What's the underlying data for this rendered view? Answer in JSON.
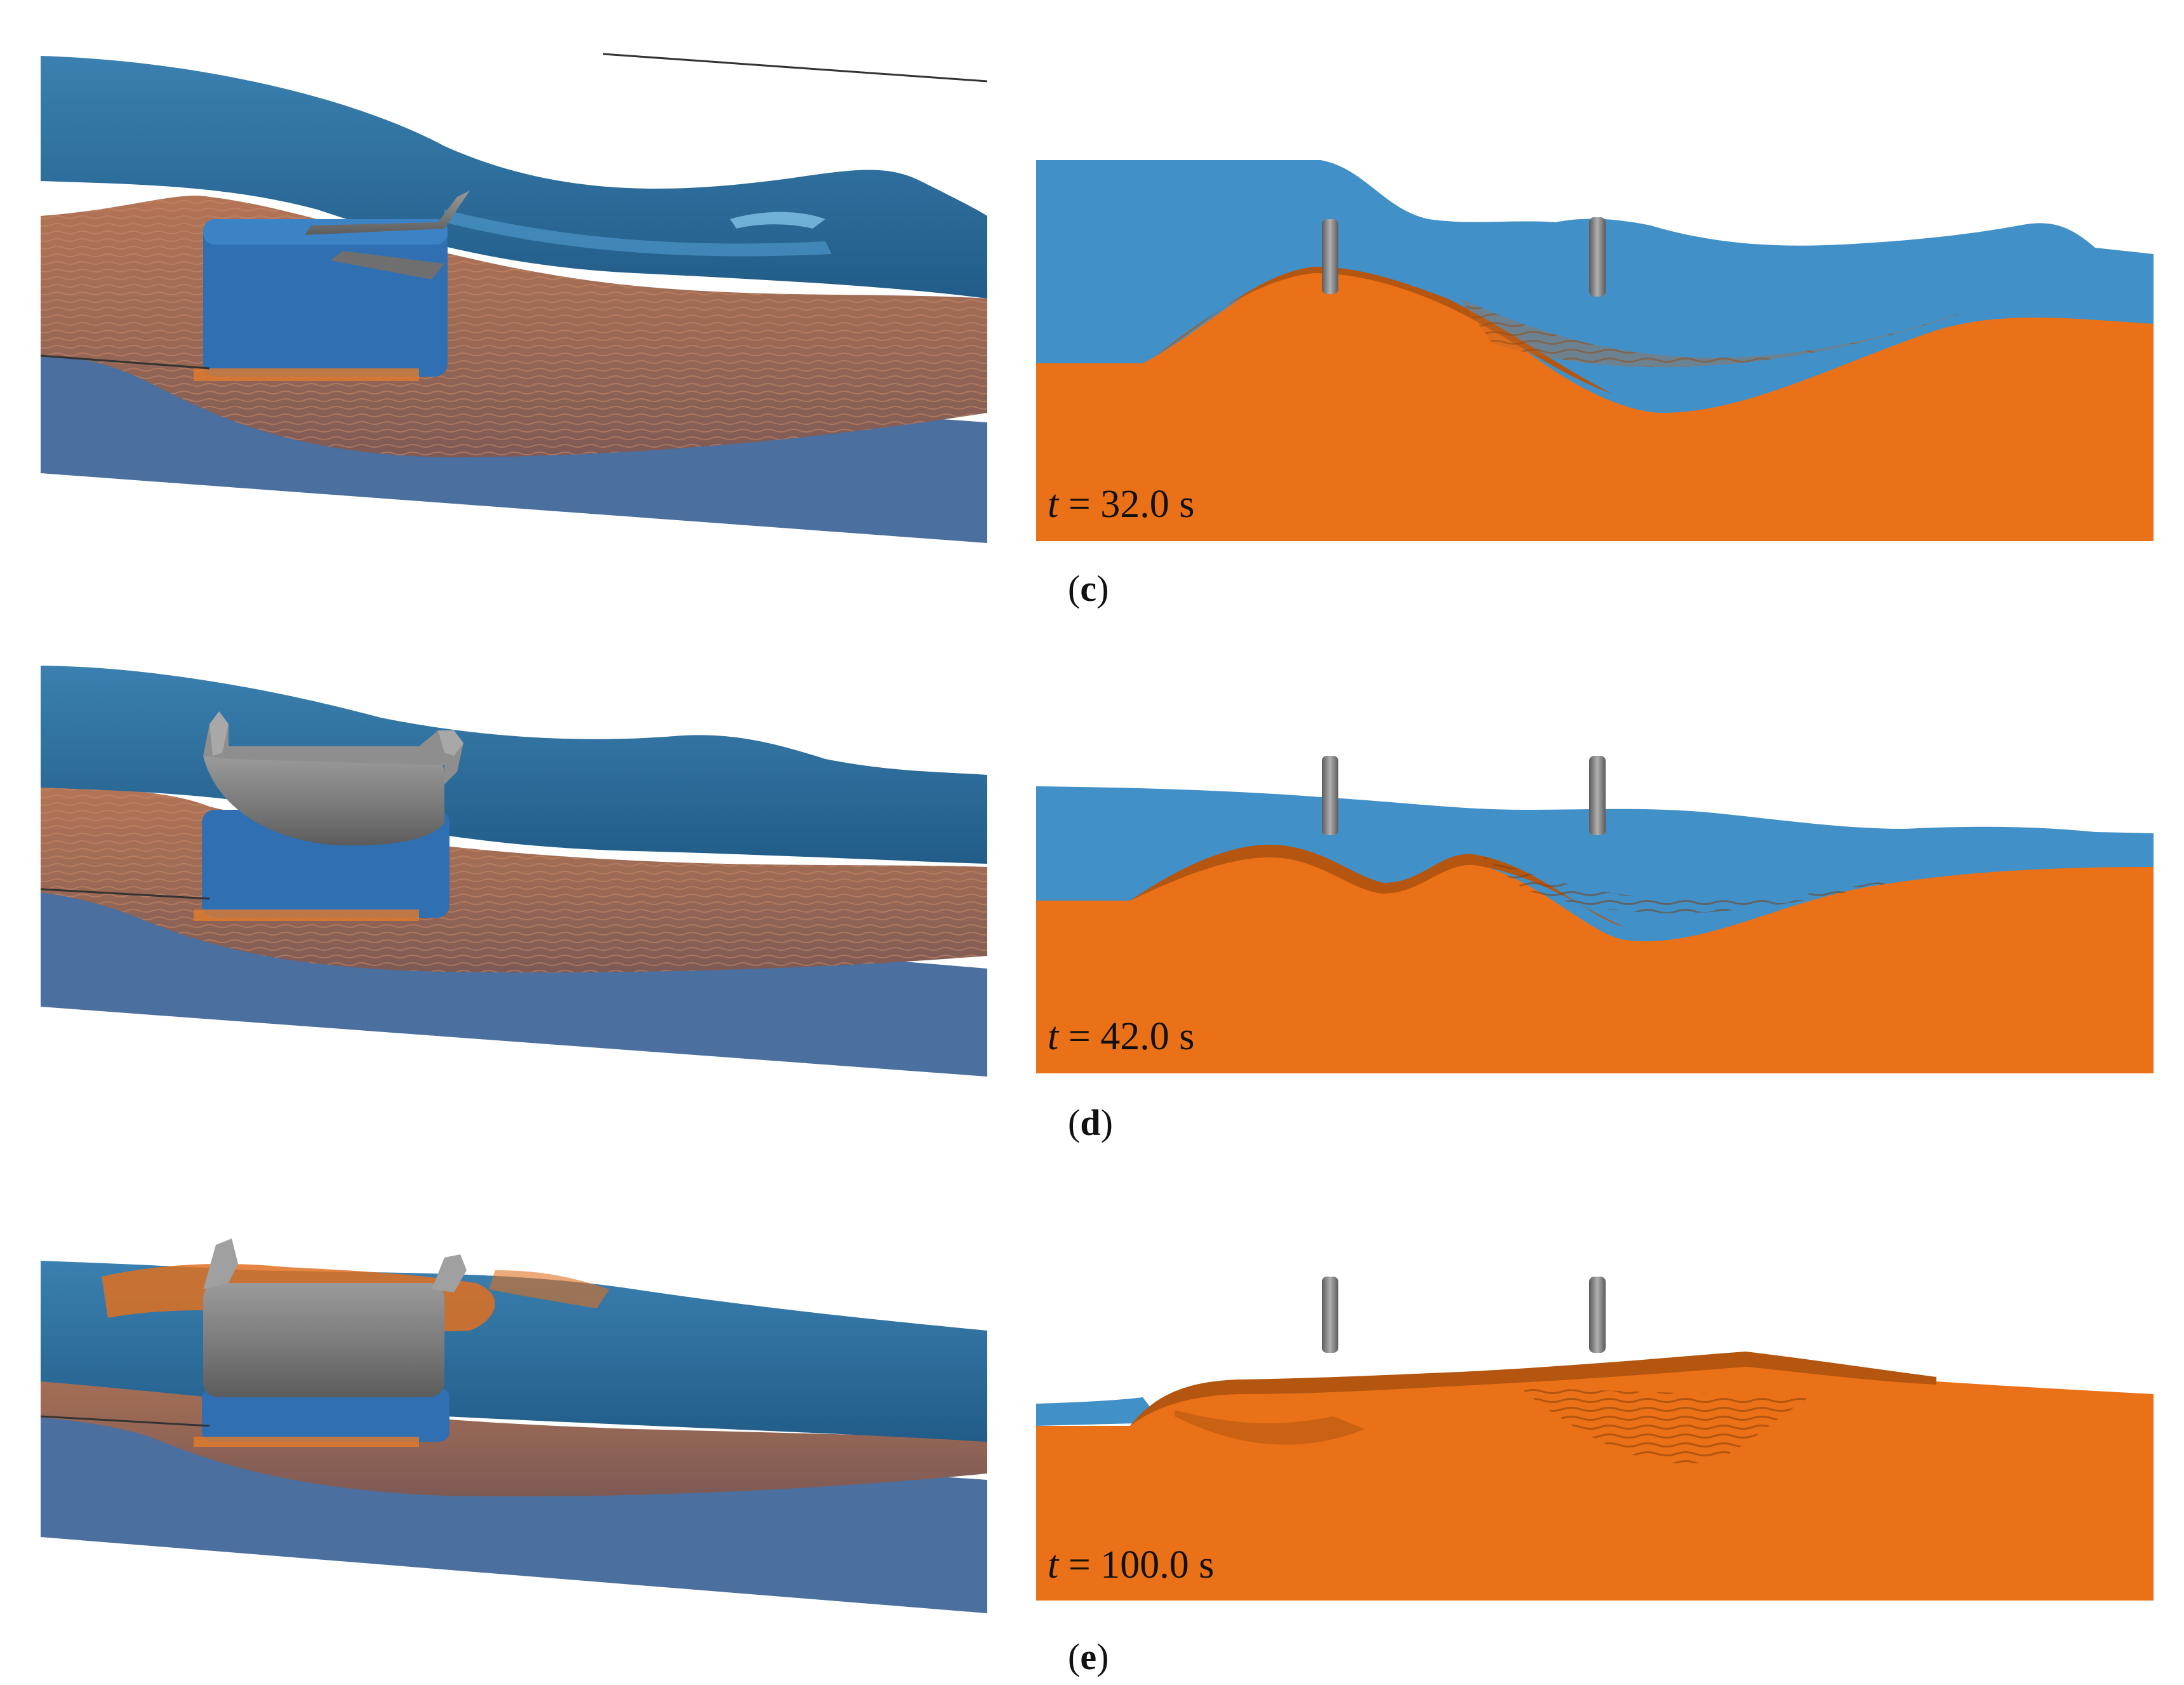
{
  "colors": {
    "water": "#2e6f9e",
    "water_light": "#4a97cb",
    "water_2d": "#4190c8",
    "sediment": "#ea7117",
    "sediment_3d": "#a36c52",
    "floor": "#4b6f9e",
    "structure": "#7d7d7d",
    "background": "#ffffff"
  },
  "rows": [
    {
      "caption_open": "(",
      "caption_letter": "c",
      "caption_close": ")",
      "time_var": "t",
      "time_value": " = 32.0 s"
    },
    {
      "caption_open": "(",
      "caption_letter": "d",
      "caption_close": ")",
      "time_var": "t",
      "time_value": " = 42.0 s"
    },
    {
      "caption_open": "(",
      "caption_letter": "e",
      "caption_close": ")",
      "time_var": "t",
      "time_value": " = 100.0 s"
    }
  ]
}
